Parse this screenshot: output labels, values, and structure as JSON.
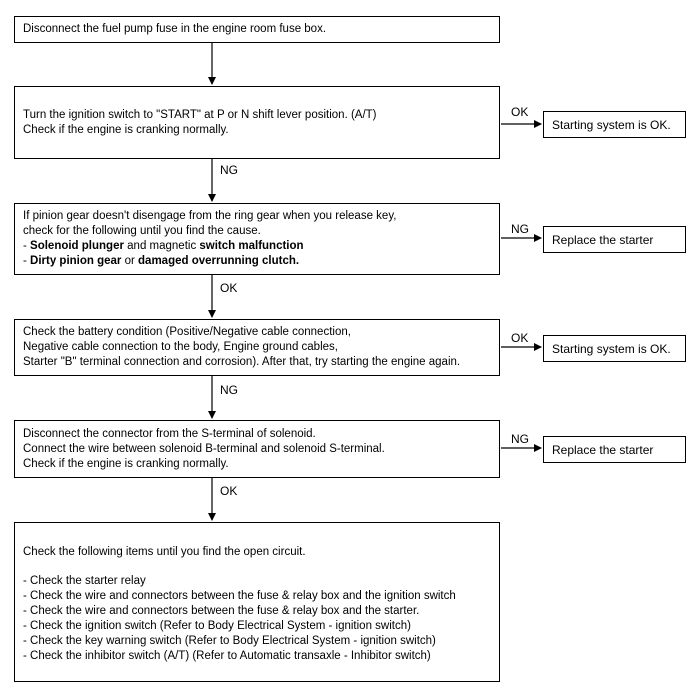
{
  "step1": {
    "text": "Disconnect the fuel pump fuse in the engine room fuse box."
  },
  "step2": {
    "lines": [
      "Turn the ignition switch to \"START\" at P or N shift lever position. (A/T)",
      "Check if the engine is cranking normally."
    ],
    "ok_label": "OK",
    "ok_result": "Starting system is OK.",
    "ng_label": "NG"
  },
  "step3": {
    "line1": "If pinion gear doesn't disengage from the ring gear when you release key,",
    "line2": "check for the following until you find the cause.",
    "item1": {
      "prefix": "- ",
      "bold_a": "Solenoid plunger",
      "mid": " and magnetic ",
      "bold_b": "switch malfunction"
    },
    "item2": {
      "prefix": "- ",
      "bold_a": "Dirty pinion gear",
      "mid": " or ",
      "bold_b": "damaged overrunning clutch."
    },
    "ng_label": "NG",
    "ng_result": "Replace the starter",
    "ok_label": "OK"
  },
  "step4": {
    "lines": [
      "Check the battery condition (Positive/Negative cable connection,",
      "Negative cable connection to the body, Engine ground cables,",
      "Starter \"B\" terminal connection and corrosion). After that, try starting the engine again."
    ],
    "ok_label": "OK",
    "ok_result": "Starting system is OK.",
    "ng_label": "NG"
  },
  "step5": {
    "lines": [
      "Disconnect the connector from the S-terminal of solenoid.",
      "Connect the wire between solenoid B-terminal and solenoid S-terminal.",
      "Check if the engine is cranking normally."
    ],
    "ng_label": "NG",
    "ng_result": "Replace the starter",
    "ok_label": "OK"
  },
  "step6": {
    "intro": "Check the following items until you find the open circuit.",
    "items": [
      "- Check the starter relay",
      "- Check the wire and connectors between the fuse & relay box and the ignition switch",
      "- Check the wire and connectors between the fuse & relay box and the starter.",
      "- Check the ignition switch (Refer to Body Electrical System - ignition switch)",
      "- Check the key warning switch (Refer to Body Electrical System - ignition switch)",
      "- Check the inhibitor switch (A/T) (Refer to Automatic transaxle - Inhibitor switch)"
    ]
  }
}
